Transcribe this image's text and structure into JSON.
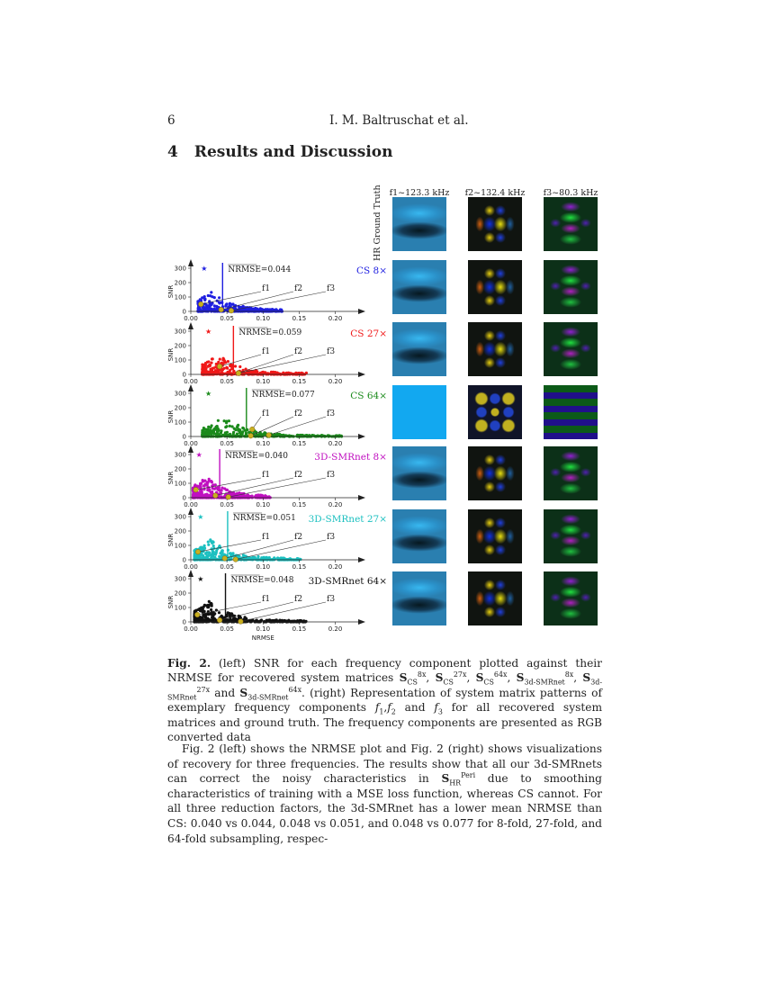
{
  "running_header": {
    "page_number": "6",
    "authors": "I. M. Baltruschat et al."
  },
  "section": {
    "number": "4",
    "title": "Results and Discussion"
  },
  "figure": {
    "column_headers": [
      "f1~123.3 kHz",
      "f2~132.4 kHz",
      "f3~80.3 kHz"
    ],
    "row_label_ground_truth": "HR Ground Truth",
    "axis": {
      "xlabel": "NRMSE",
      "ylabel": "SNR",
      "xticks": [
        "0.00",
        "0.05",
        "0.10",
        "0.15",
        "0.20"
      ],
      "yticks": [
        "0",
        "100",
        "200",
        "300"
      ]
    },
    "freq_labels": [
      "f1",
      "f2",
      "f3"
    ],
    "rows": [
      {
        "method": "CS 8x",
        "color": "#1f1fe0",
        "nrmse_label": "NRMSE=0.044"
      },
      {
        "method": "CS 27x",
        "color": "#f01818",
        "nrmse_label": "NRMSE=0.059"
      },
      {
        "method": "CS 64x",
        "color": "#1a8a1a",
        "nrmse_label": "NRMSE=0.077"
      },
      {
        "method": "3D-SMRnet 8x",
        "color": "#c010c0",
        "nrmse_label": "NRMSE=0.040"
      },
      {
        "method": "3D-SMRnet 27x",
        "color": "#1cc0c0",
        "nrmse_label": "NRMSE=0.051"
      },
      {
        "method": "3D-SMRnet 64x",
        "color": "#111111",
        "nrmse_label": "NRMSE=0.048"
      }
    ]
  },
  "chart_data": [
    {
      "type": "scatter",
      "title": "CS 8x",
      "xlabel": "",
      "ylabel": "SNR",
      "xlim": [
        0,
        0.22
      ],
      "ylim": [
        0,
        300
      ],
      "mean_nrmse": 0.044,
      "highlighted": {
        "f1": [
          0.014,
          50
        ],
        "f2": [
          0.042,
          12
        ],
        "f3": [
          0.056,
          5
        ]
      },
      "x_range_of_points": [
        0.01,
        0.127
      ]
    },
    {
      "type": "scatter",
      "title": "CS 27x",
      "xlabel": "",
      "ylabel": "SNR",
      "xlim": [
        0,
        0.22
      ],
      "ylim": [
        0,
        300
      ],
      "mean_nrmse": 0.059,
      "highlighted": {
        "f1": [
          0.04,
          55
        ],
        "f2": [
          0.066,
          10
        ],
        "f3": [
          0.066,
          8
        ]
      },
      "x_range_of_points": [
        0.016,
        0.16
      ]
    },
    {
      "type": "scatter",
      "title": "CS 64x",
      "xlabel": "",
      "ylabel": "SNR",
      "xlim": [
        0,
        0.22
      ],
      "ylim": [
        0,
        300
      ],
      "mean_nrmse": 0.077,
      "highlighted": {
        "f1": [
          0.085,
          50
        ],
        "f2": [
          0.083,
          5
        ],
        "f3": [
          0.108,
          10
        ]
      },
      "x_range_of_points": [
        0.016,
        0.21
      ]
    },
    {
      "type": "scatter",
      "title": "3D-SMRnet 8x",
      "xlabel": "",
      "ylabel": "SNR",
      "xlim": [
        0,
        0.22
      ],
      "ylim": [
        0,
        300
      ],
      "mean_nrmse": 0.04,
      "highlighted": {
        "f1": [
          0.007,
          55
        ],
        "f2": [
          0.034,
          15
        ],
        "f3": [
          0.052,
          5
        ]
      },
      "x_range_of_points": [
        0.003,
        0.11
      ]
    },
    {
      "type": "scatter",
      "title": "3D-SMRnet 27x",
      "xlabel": "",
      "ylabel": "SNR",
      "xlim": [
        0,
        0.22
      ],
      "ylim": [
        0,
        300
      ],
      "mean_nrmse": 0.051,
      "highlighted": {
        "f1": [
          0.01,
          55
        ],
        "f2": [
          0.047,
          10
        ],
        "f3": [
          0.062,
          3
        ]
      },
      "x_range_of_points": [
        0.005,
        0.152
      ]
    },
    {
      "type": "scatter",
      "title": "3D-SMRnet 64x",
      "xlabel": "NRMSE",
      "ylabel": "SNR",
      "xlim": [
        0,
        0.22
      ],
      "ylim": [
        0,
        300
      ],
      "mean_nrmse": 0.048,
      "highlighted": {
        "f1": [
          0.009,
          50
        ],
        "f2": [
          0.04,
          12
        ],
        "f3": [
          0.069,
          3
        ]
      },
      "x_range_of_points": [
        0.005,
        0.16
      ]
    }
  ],
  "caption": {
    "label": "Fig. 2.",
    "text_1": " (left) SNR for each frequency component plotted against their NRMSE for recovered system matrices ",
    "text_2": ". (right) Representation of system matrix patterns of exemplary frequency components ",
    "text_3": " and ",
    "text_4": " for all recovered system matrices and ground truth. The frequency components are presented as RGB converted data"
  },
  "body": {
    "paragraph_start": "Fig. 2 (left) shows the NRMSE plot and Fig. 2 (right) shows visualizations of recovery for three frequencies. The results show that all our 3d-SMRnets can correct the noisy characteristics in ",
    "paragraph_mid": " due to smoothing characteristics of training with a MSE loss function, whereas CS cannot. For all three reduction factors, the 3d-SMRnet has a lower mean NRMSE than CS: 0.040 vs 0.044, 0.048 vs 0.051, and 0.048 vs 0.077 for 8-fold, 27-fold, and 64-fold subsampling, respec-"
  }
}
